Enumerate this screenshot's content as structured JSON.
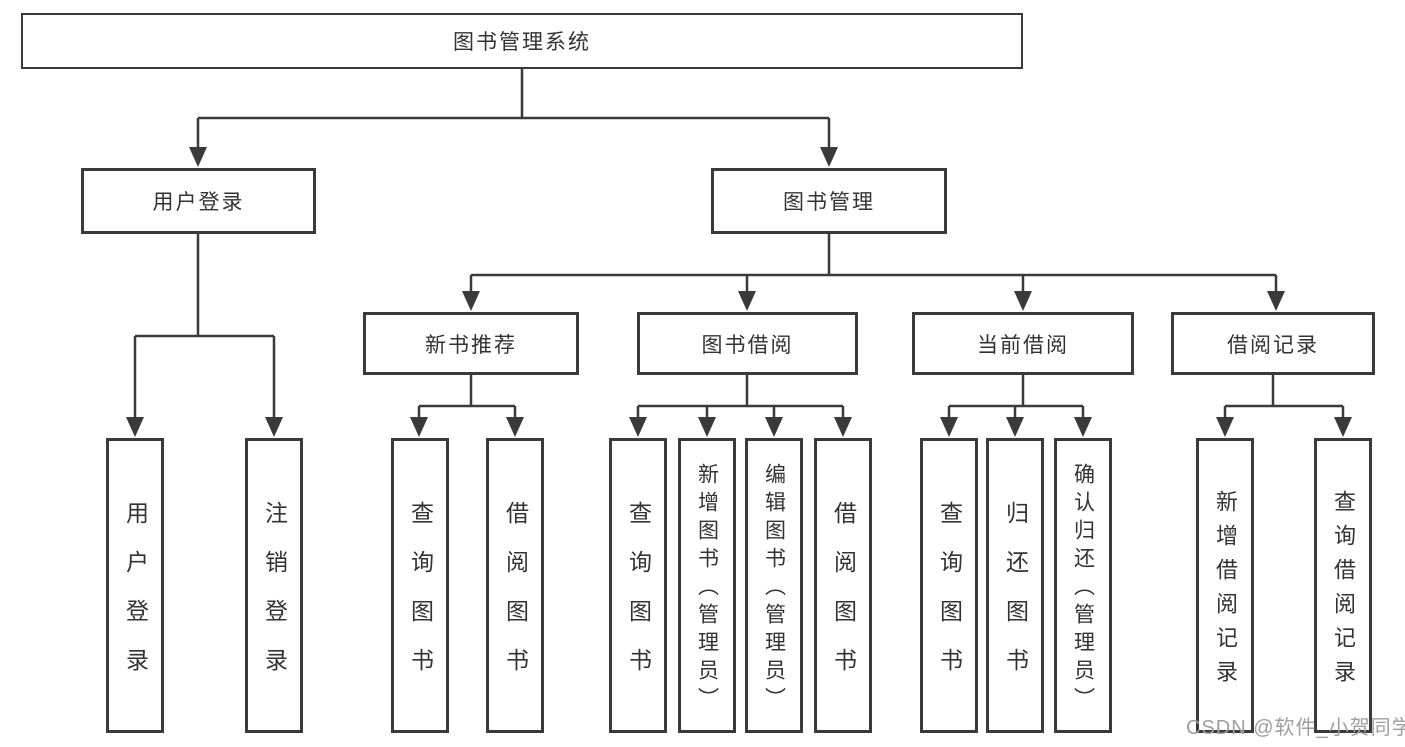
{
  "diagram": {
    "root": {
      "label": "图书管理系统"
    },
    "level1": [
      {
        "label": "用户登录"
      },
      {
        "label": "图书管理"
      }
    ],
    "level2": [
      {
        "label": "新书推荐"
      },
      {
        "label": "图书借阅"
      },
      {
        "label": "当前借阅"
      },
      {
        "label": "借阅记录"
      }
    ],
    "leaves": {
      "user_login": [
        "用户登录",
        "注销登录"
      ],
      "new_book_recommend": [
        "查询图书",
        "借阅图书"
      ],
      "book_borrow": [
        "查询图书",
        "新增图书（管理员）",
        "编辑图书（管理员）",
        "借阅图书"
      ],
      "current_borrow": [
        "查询图书",
        "归还图书",
        "确认归还（管理员）"
      ],
      "borrow_records": [
        "新增借阅记录",
        "查询借阅记录"
      ]
    },
    "colors": {
      "line": "#3a3a3a",
      "text": "#333333",
      "box_background": "#ffffff",
      "page_background": "#ffffff",
      "watermark": "#9e9e9e"
    },
    "watermark": "CSDN @软件_小贺同学"
  }
}
